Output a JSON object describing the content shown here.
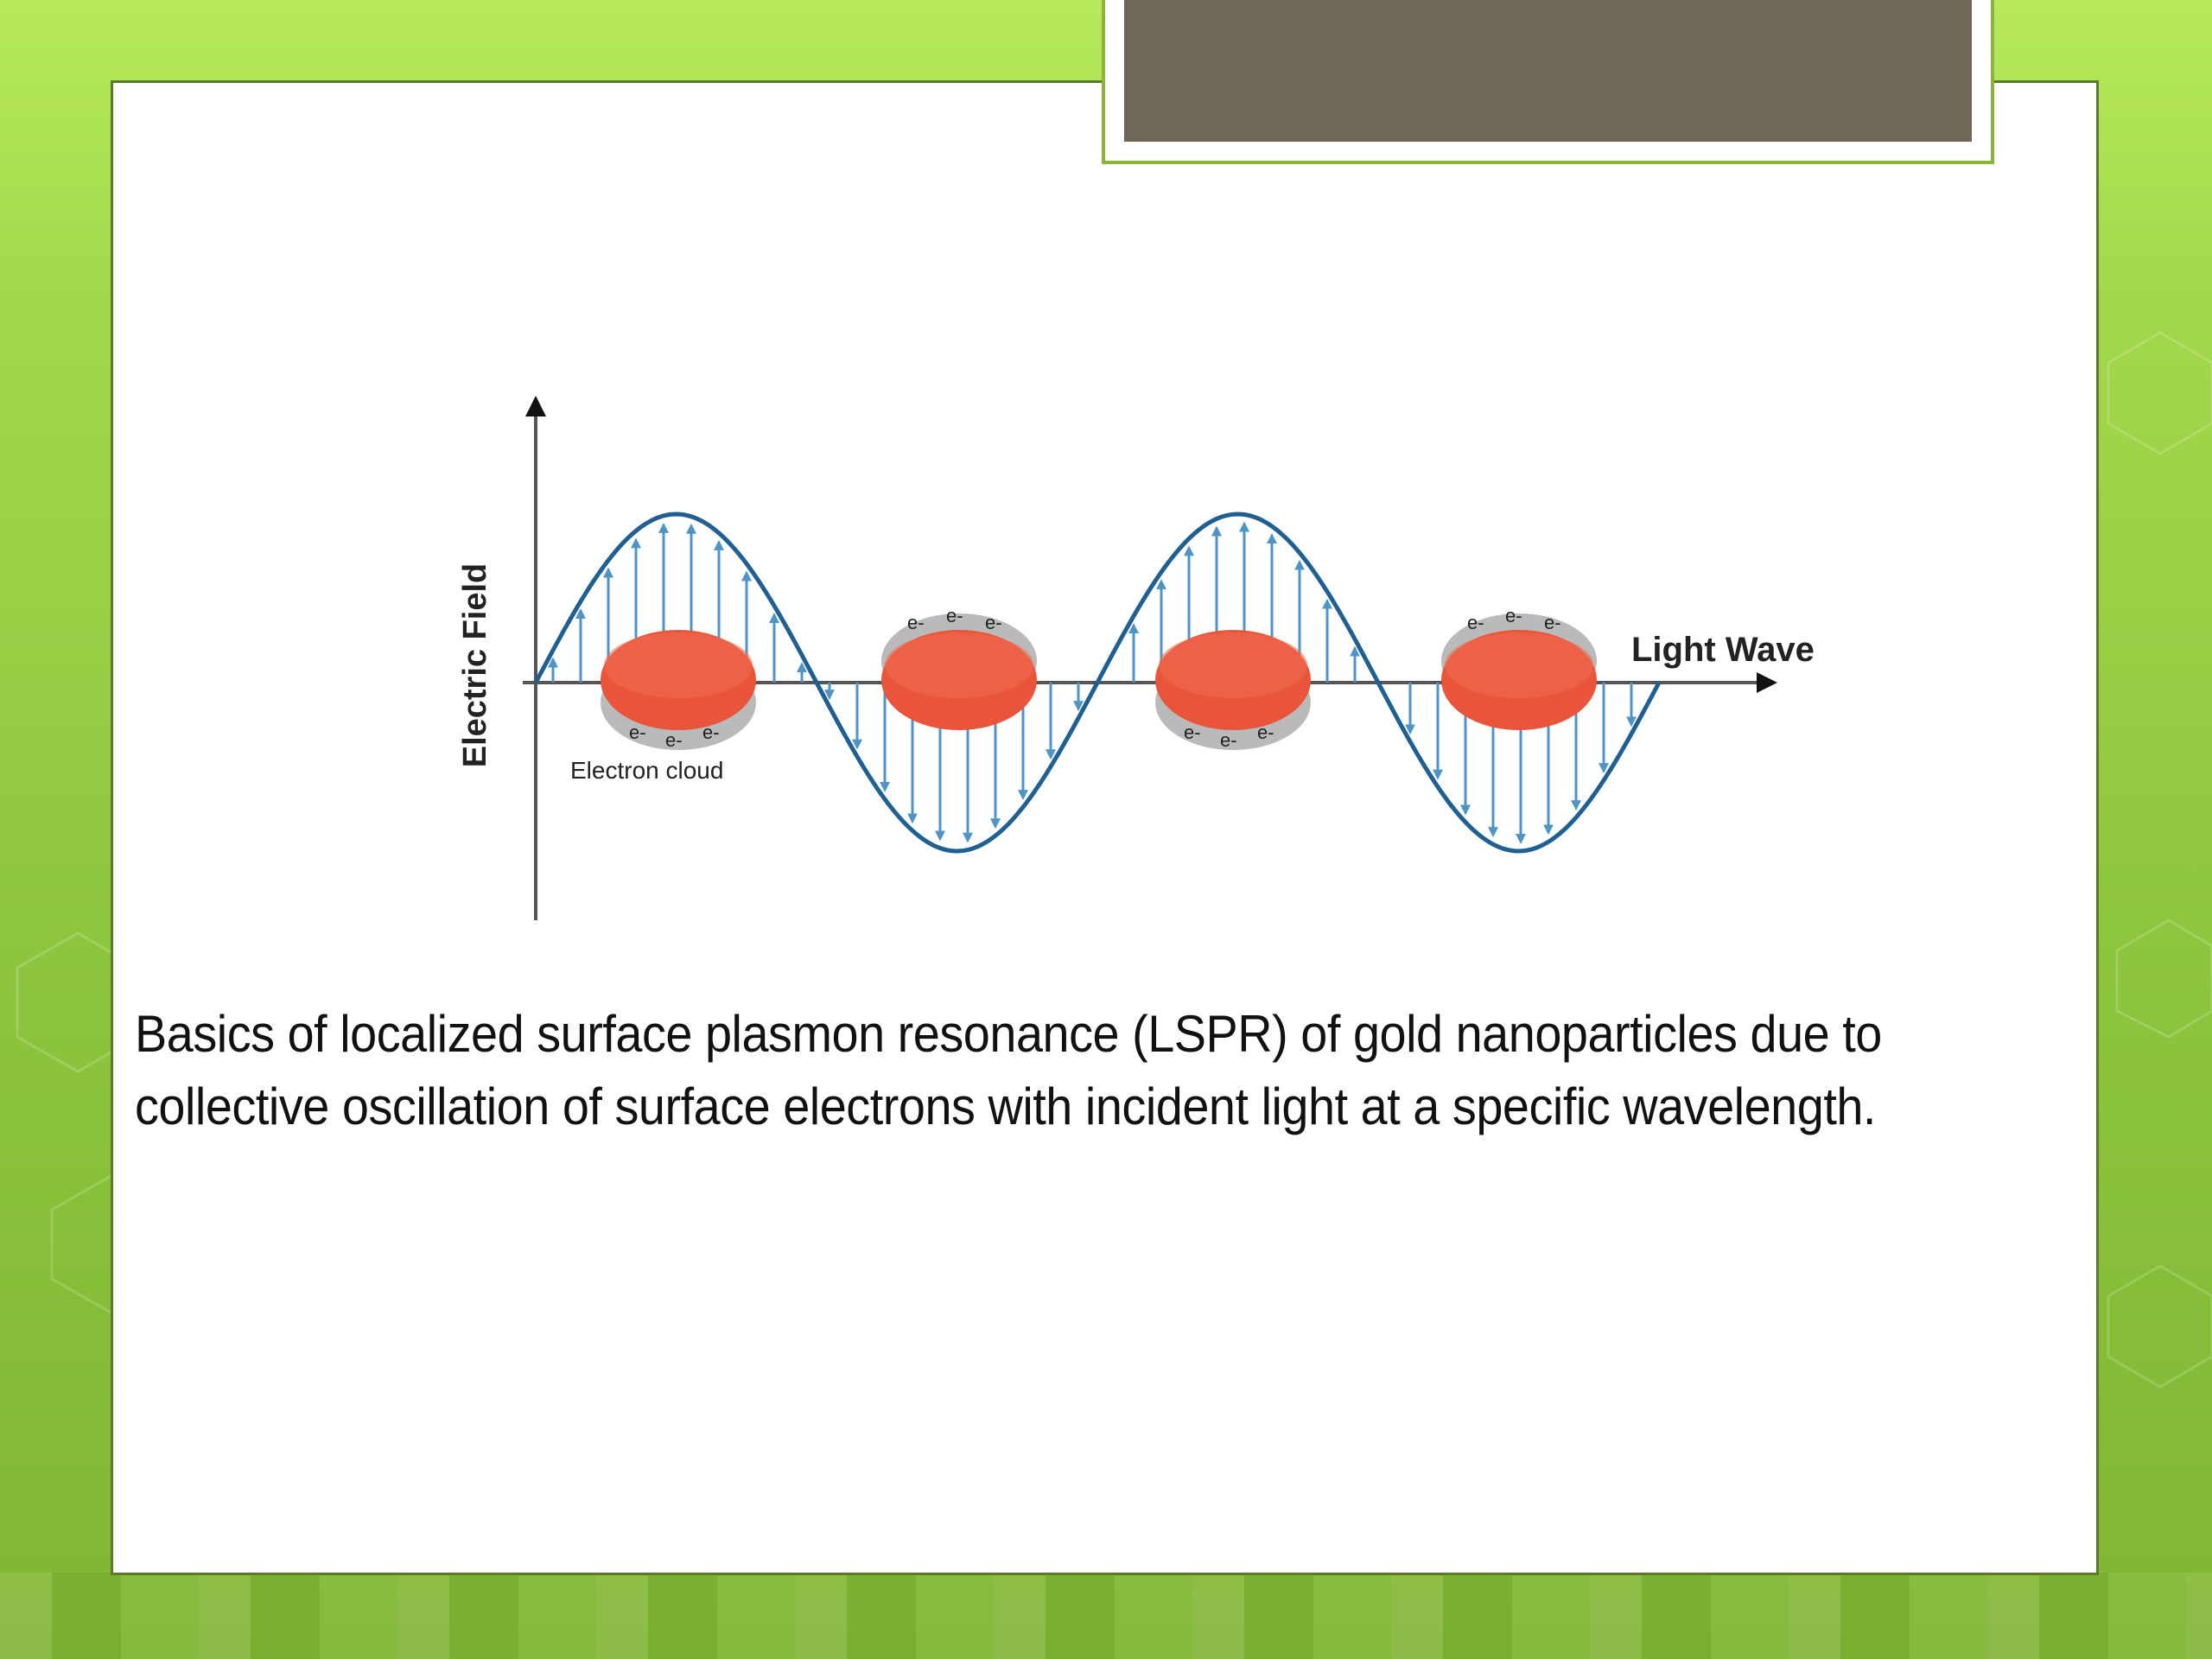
{
  "slide": {
    "title": "",
    "figure": {
      "y_axis_label": "Electric Field",
      "wave_label": "Light Wave",
      "cloud_label": "Electron cloud",
      "electron_symbol": "e-",
      "colors": {
        "wave": "#1f5f91",
        "field_arrow": "#4f94c6",
        "particle": "#e8553a",
        "electron_cloud": "#b3b3b3",
        "axis": "#555555"
      }
    },
    "caption": {
      "line1": "Basics of localized surface plasmon resonance (LSPR) of gold nanoparticles due to",
      "line2": "collective oscillation of surface electrons with incident light at a specific wavelength."
    }
  }
}
